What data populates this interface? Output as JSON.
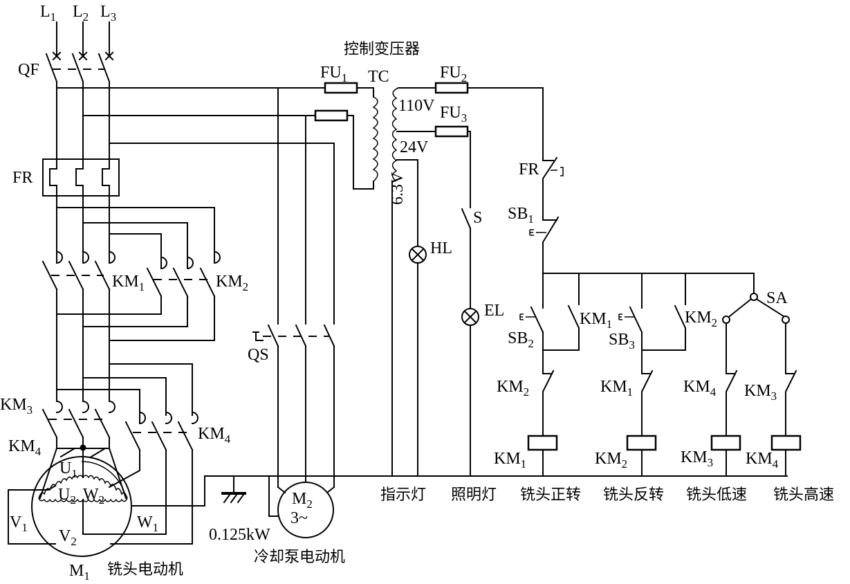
{
  "title": "控制变压器",
  "power": {
    "phases": [
      {
        "name": "L",
        "sub": "1"
      },
      {
        "name": "L",
        "sub": "2"
      },
      {
        "name": "L",
        "sub": "3"
      }
    ],
    "breaker": "QF",
    "overload_relay": "FR"
  },
  "contactors": {
    "km1": {
      "name": "KM",
      "sub": "1"
    },
    "km2": {
      "name": "KM",
      "sub": "2"
    },
    "km3": {
      "name": "KM",
      "sub": "3"
    },
    "km4": {
      "name": "KM",
      "sub": "4"
    },
    "km4_star": {
      "name": "KM",
      "sub": "4"
    }
  },
  "motor1": {
    "name": "M",
    "sub": "1",
    "caption": "铣头电动机",
    "terminals": {
      "u1": {
        "name": "U",
        "sub": "1"
      },
      "u2": {
        "name": "U",
        "sub": "2"
      },
      "v1": {
        "name": "V",
        "sub": "1"
      },
      "v2": {
        "name": "V",
        "sub": "2"
      },
      "w1": {
        "name": "W",
        "sub": "1"
      },
      "w2": {
        "name": "W",
        "sub": "2"
      }
    }
  },
  "motor2": {
    "name": "M",
    "sub": "2",
    "phase": "3~",
    "power": "0.125kW",
    "caption": "冷却泵电动机",
    "switch": "QS"
  },
  "transformer": {
    "name": "TC",
    "fuse_primary": {
      "name": "FU",
      "sub": "1"
    },
    "fuse_110": {
      "name": "FU",
      "sub": "2"
    },
    "fuse_24": {
      "name": "FU",
      "sub": "3"
    },
    "v110": "110V",
    "v24": "24V",
    "v63": "6.3V"
  },
  "lamps": {
    "indicator": {
      "name": "HL",
      "caption": "指示灯"
    },
    "lighting": {
      "name": "EL",
      "switch": "S",
      "caption": "照明灯"
    }
  },
  "control": {
    "fr": "FR",
    "sb1": {
      "name": "SB",
      "sub": "1"
    },
    "sb2": {
      "name": "SB",
      "sub": "2"
    },
    "sb3": {
      "name": "SB",
      "sub": "3"
    },
    "sa": "SA",
    "aux_km1": {
      "name": "KM",
      "sub": "1"
    },
    "aux_km2": {
      "name": "KM",
      "sub": "2"
    },
    "interlock": [
      {
        "name": "KM",
        "sub": "2"
      },
      {
        "name": "KM",
        "sub": "1"
      },
      {
        "name": "KM",
        "sub": "4"
      },
      {
        "name": "KM",
        "sub": "3"
      }
    ],
    "coils": [
      {
        "name": "KM",
        "sub": "1",
        "caption": "铣头正转"
      },
      {
        "name": "KM",
        "sub": "2",
        "caption": "铣头反转"
      },
      {
        "name": "KM",
        "sub": "3",
        "caption": "铣头低速"
      },
      {
        "name": "KM",
        "sub": "4",
        "caption": "铣头高速"
      }
    ]
  }
}
